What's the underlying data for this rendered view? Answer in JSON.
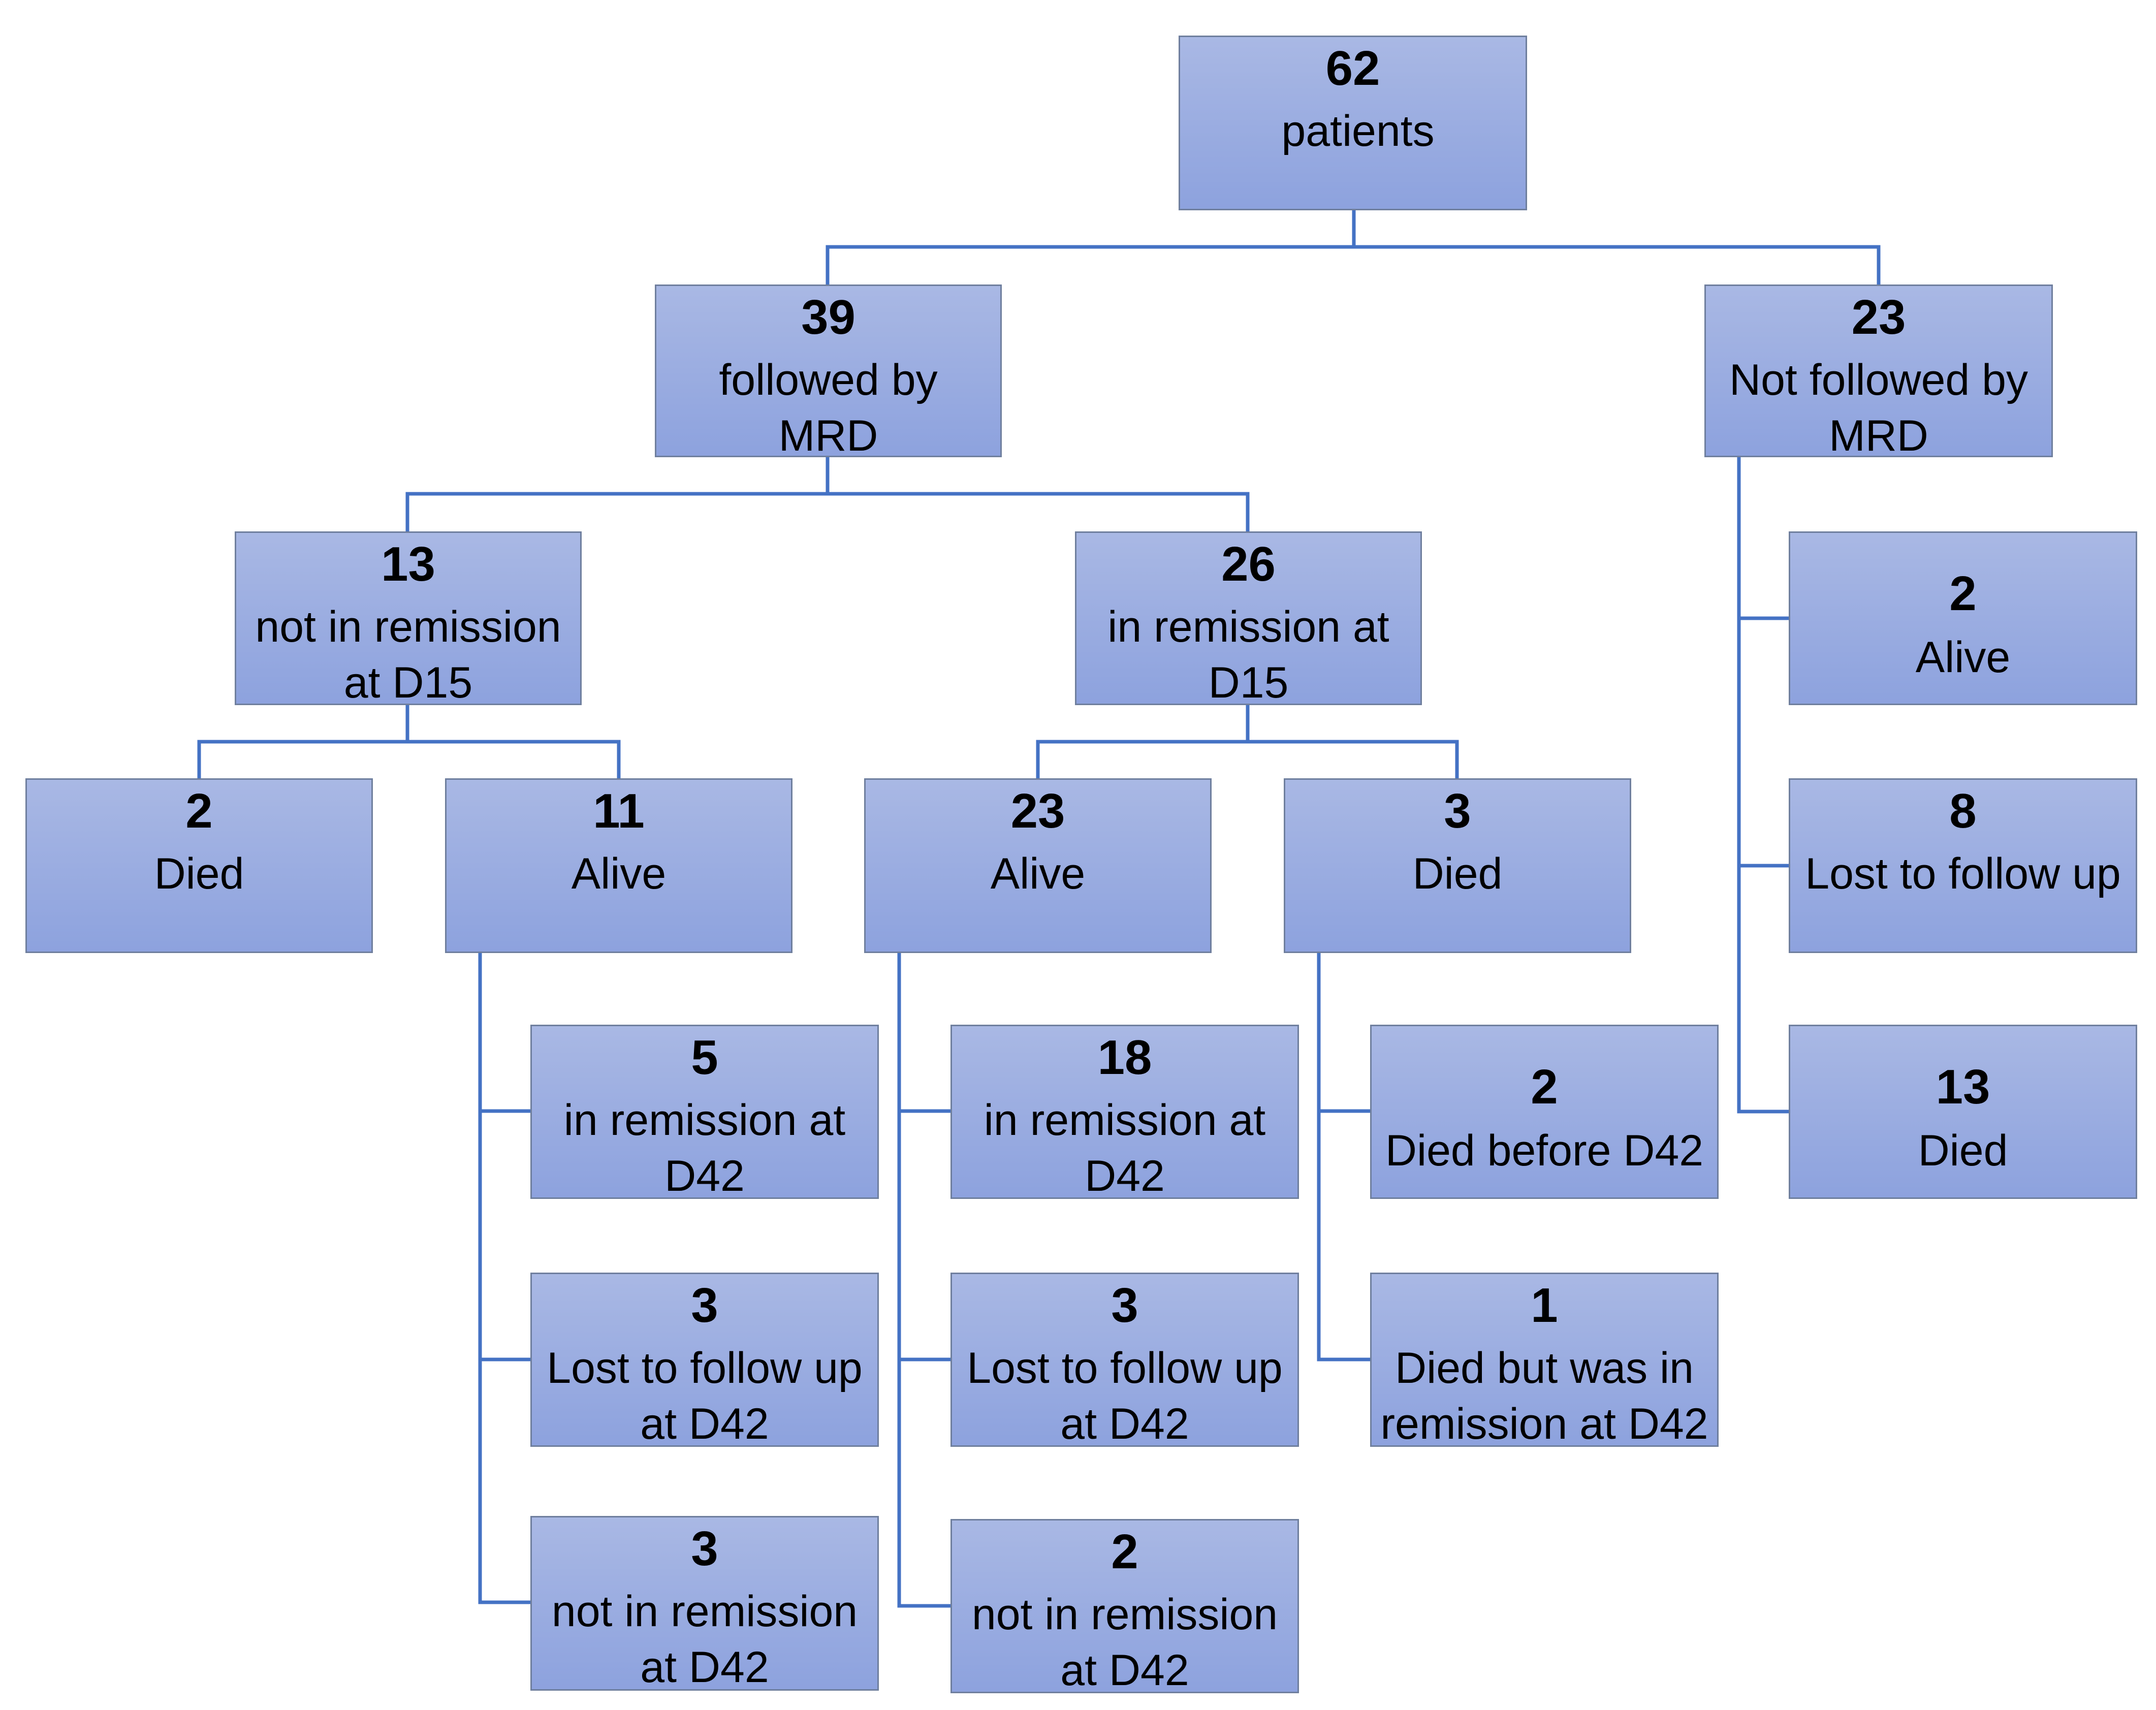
{
  "flowchart": {
    "root": {
      "count": "62",
      "label": "patients"
    },
    "mrd": {
      "count": "39",
      "label": "followed by\nMRD"
    },
    "no_mrd": {
      "count": "23",
      "label": "Not followed by\nMRD"
    },
    "not_rem_d15": {
      "count": "13",
      "label": "not in remission\nat D15"
    },
    "rem_d15": {
      "count": "26",
      "label": "in remission at\nD15"
    },
    "nr_died": {
      "count": "2",
      "label": "Died"
    },
    "nr_alive": {
      "count": "11",
      "label": "Alive"
    },
    "r_alive": {
      "count": "23",
      "label": "Alive"
    },
    "r_died": {
      "count": "3",
      "label": "Died"
    },
    "nr_rem_d42": {
      "count": "5",
      "label": "in remission at\nD42"
    },
    "nr_lost_d42": {
      "count": "3",
      "label": "Lost to follow up\nat D42"
    },
    "nr_notrem_d42": {
      "count": "3",
      "label": "not in remission\nat D42"
    },
    "r_rem_d42": {
      "count": "18",
      "label": "in remission at\nD42"
    },
    "r_lost_d42": {
      "count": "3",
      "label": "Lost to follow up\nat D42"
    },
    "r_notrem_d42": {
      "count": "2",
      "label": "not in remission\nat D42"
    },
    "rd_before_d42": {
      "count": "2",
      "label": "Died before D42"
    },
    "rd_rem_d42": {
      "count": "1",
      "label": "Died but was in\nremission at D42"
    },
    "nm_alive": {
      "count": "2",
      "label": "Alive"
    },
    "nm_lost": {
      "count": "8",
      "label": "Lost to follow up"
    },
    "nm_died": {
      "count": "13",
      "label": "Died"
    }
  },
  "colors": {
    "box_top": "#a9b8e4",
    "box_bottom": "#8da2de",
    "box_border": "#6f7f9e",
    "connector": "#4472c4"
  }
}
